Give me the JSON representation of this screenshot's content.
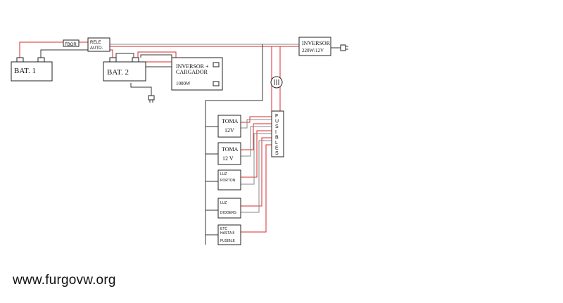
{
  "components": {
    "bat1": "BAT. 1",
    "bat2": "BAT. 2",
    "fuse_label": "FBOR",
    "relay_line1": "RELE",
    "relay_line2": "AUTO.",
    "inverter_charger_line1": "INVERSOR +",
    "inverter_charger_line2": "CARGADOR",
    "inverter_charger_power": "1000W",
    "inverter_line1": "INVERSOR",
    "inverter_line2": "220W/12V",
    "fuse_panel": [
      "F",
      "U",
      "S",
      "I",
      "B",
      "L",
      "E",
      "S"
    ]
  },
  "loads": [
    {
      "line1": "TOMA",
      "line2": "12V"
    },
    {
      "line1": "TOMA",
      "line2": "12 V"
    },
    {
      "line1": "LUZ",
      "line2": "PORTON"
    },
    {
      "line1": "LUZ",
      "line2": "DIODERS"
    },
    {
      "line1": "ETC",
      "line2": "HASTA 8",
      "line3": "FUSIBLE"
    }
  ],
  "watermark": "www.furgovw.org",
  "colors": {
    "positive": "#d92b2b",
    "negative": "#333333",
    "ground": "#888888"
  }
}
